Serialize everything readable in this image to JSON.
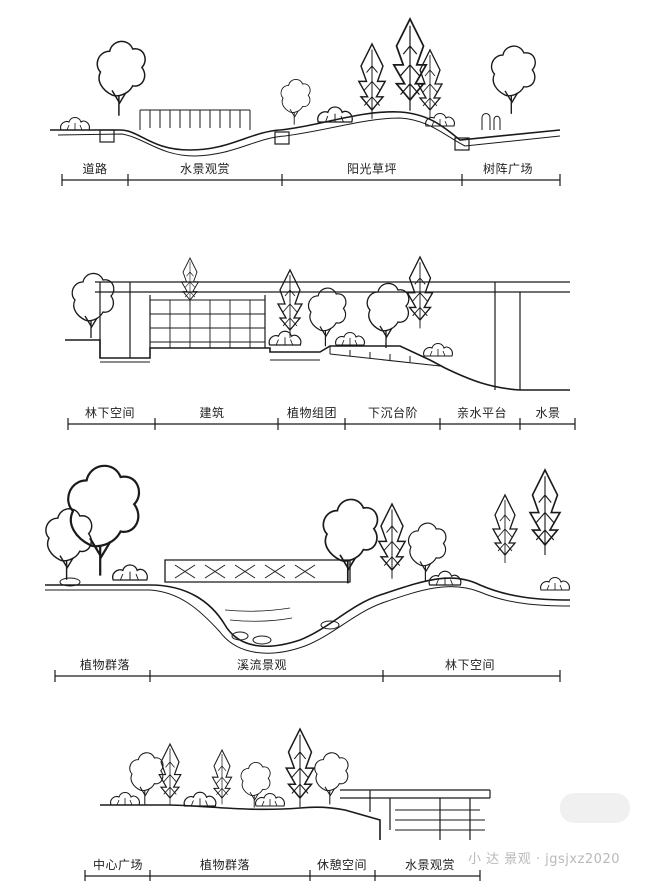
{
  "sections": [
    {
      "labels": [
        "道路",
        "水景观赏",
        "阳光草坪",
        "树阵广场"
      ]
    },
    {
      "labels": [
        "林下空间",
        "建筑",
        "植物组团",
        "下沉台阶",
        "亲水平台",
        "水景"
      ]
    },
    {
      "labels": [
        "植物群落",
        "溪流景观",
        "林下空间"
      ]
    },
    {
      "labels": [
        "中心广场",
        "植物群落",
        "休憩空间",
        "水景观赏"
      ]
    }
  ],
  "watermark": "小 达 景观 · jgsjxz2020",
  "colors": {
    "ink": "#1a1a1a",
    "label": "#222222",
    "watermark": "#b9b9b9"
  }
}
